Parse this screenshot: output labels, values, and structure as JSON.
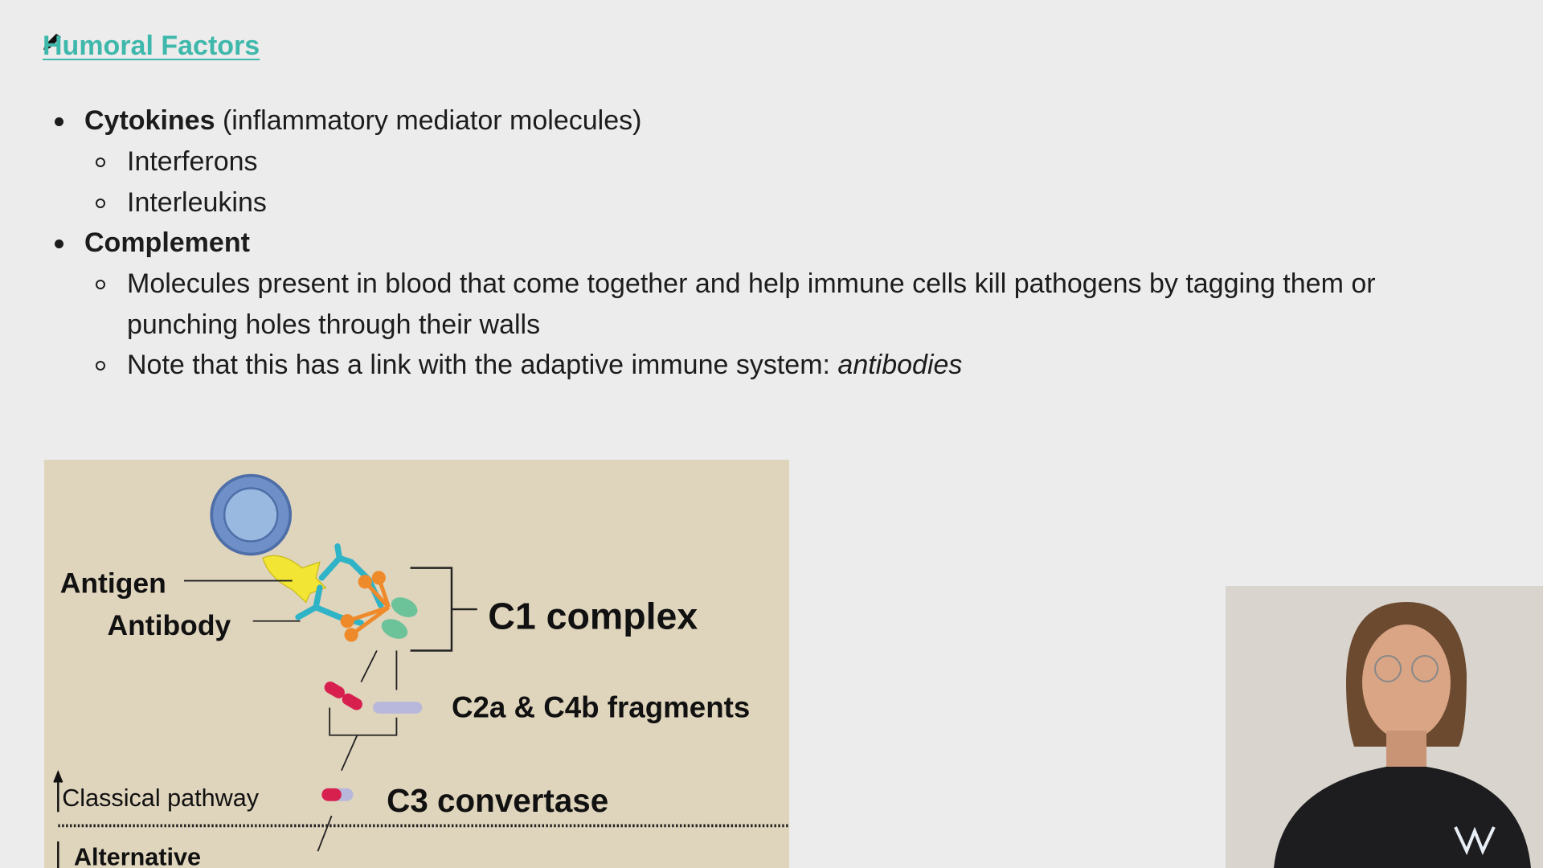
{
  "slide": {
    "title": "Humoral Factors",
    "bullets": [
      {
        "bold": "Cytokines",
        "rest": " (inflammatory mediator molecules)",
        "sub": [
          "Interferons",
          "Interleukins"
        ]
      },
      {
        "bold": "Complement",
        "rest": "",
        "sub": [
          "Molecules present in blood that come together and help immune cells kill pathogens by tagging them or",
          "punching holes through their walls",
          "Note that this has a link with the adaptive immune system: "
        ],
        "sub_italic": "antibodies"
      }
    ]
  },
  "diagram": {
    "labels": {
      "antigen": "Antigen",
      "antibody": "Antibody",
      "c1": "C1 complex",
      "fragments": "C2a & C4b fragments",
      "classical": "Classical pathway",
      "c3": "C3 convertase",
      "alternative": "Alternative"
    },
    "colors": {
      "background": "#dfd4bc",
      "cell": "#6f8fc8",
      "antigen": "#f2e533",
      "antibody": "#2fb3c6",
      "c1q": "#ef8a2a",
      "c2a": "#d8204f",
      "c4b": "#b7b8dc",
      "c1rs": "#6cc39a"
    }
  },
  "colors": {
    "title": "#3fb8ac",
    "background": "#ececec"
  }
}
